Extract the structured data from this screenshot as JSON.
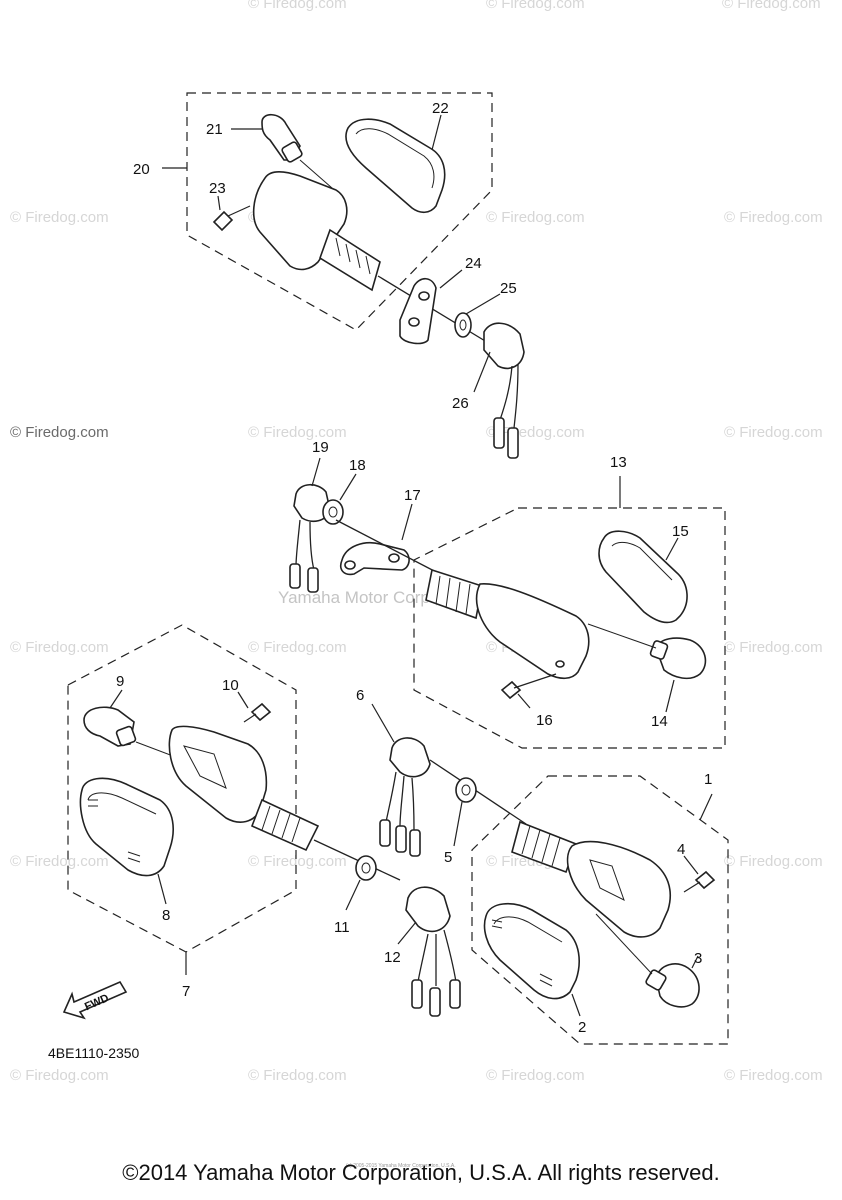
{
  "watermark": {
    "firedog": "© Firedog.com",
    "center": "Yamaha Motor Corp., U.S.A."
  },
  "parts": {
    "p1": "1",
    "p2": "2",
    "p3": "3",
    "p4": "4",
    "p5": "5",
    "p6": "6",
    "p7": "7",
    "p8": "8",
    "p9": "9",
    "p10": "10",
    "p11": "11",
    "p12": "12",
    "p13": "13",
    "p14": "14",
    "p15": "15",
    "p16": "16",
    "p17": "17",
    "p18": "18",
    "p19": "19",
    "p20": "20",
    "p21": "21",
    "p22": "22",
    "p23": "23",
    "p24": "24",
    "p25": "25",
    "p26": "26"
  },
  "fwd_label": "FWD",
  "diagram_code": "4BE1110-2350",
  "small_print": "(c) 2005-2015 Yamaha Motor Corporation, U.S.A.",
  "copyright": "©2014 Yamaha Motor Corporation, U.S.A. All rights reserved."
}
